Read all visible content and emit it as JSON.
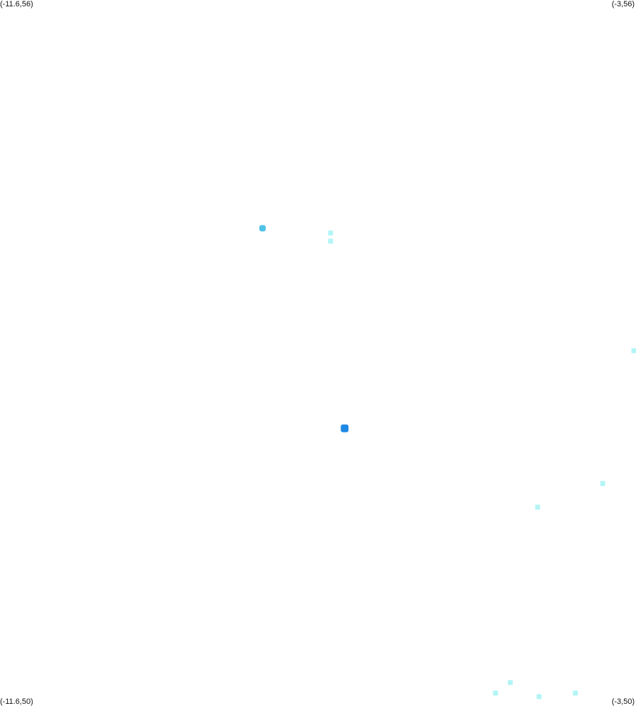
{
  "corners": {
    "top_left": "(-11.6,56)",
    "top_right": "(-3,56)",
    "bottom_left": "(-11.6,50)",
    "bottom_right": "(-3,50)"
  },
  "extent": {
    "lon_min": -11.6,
    "lon_max": -3,
    "lat_min": 50,
    "lat_max": 56
  },
  "colors": {
    "background": "#ffffff",
    "label_text": "#111111"
  },
  "points": [
    {
      "lon": -8.05,
      "lat": 54.06,
      "intensity": "medium",
      "color": "#4fc3e8"
    },
    {
      "lon": -7.13,
      "lat": 54.02,
      "intensity": "light",
      "color": "#b3f5f7"
    },
    {
      "lon": -7.13,
      "lat": 53.95,
      "intensity": "light",
      "color": "#b3f5f7"
    },
    {
      "lon": -3.03,
      "lat": 53.02,
      "intensity": "light",
      "color": "#b3f5f7"
    },
    {
      "lon": -6.94,
      "lat": 52.36,
      "intensity": "high",
      "color": "#1e88e5"
    },
    {
      "lon": -3.45,
      "lat": 51.89,
      "intensity": "light",
      "color": "#b3f5f7"
    },
    {
      "lon": -4.33,
      "lat": 51.69,
      "intensity": "light",
      "color": "#b3f5f7"
    },
    {
      "lon": -4.7,
      "lat": 50.2,
      "intensity": "light",
      "color": "#b3f5f7"
    },
    {
      "lon": -4.9,
      "lat": 50.11,
      "intensity": "light",
      "color": "#b3f5f7"
    },
    {
      "lon": -4.31,
      "lat": 50.08,
      "intensity": "light",
      "color": "#b3f5f7"
    },
    {
      "lon": -3.82,
      "lat": 50.11,
      "intensity": "light",
      "color": "#b3f5f7"
    }
  ]
}
